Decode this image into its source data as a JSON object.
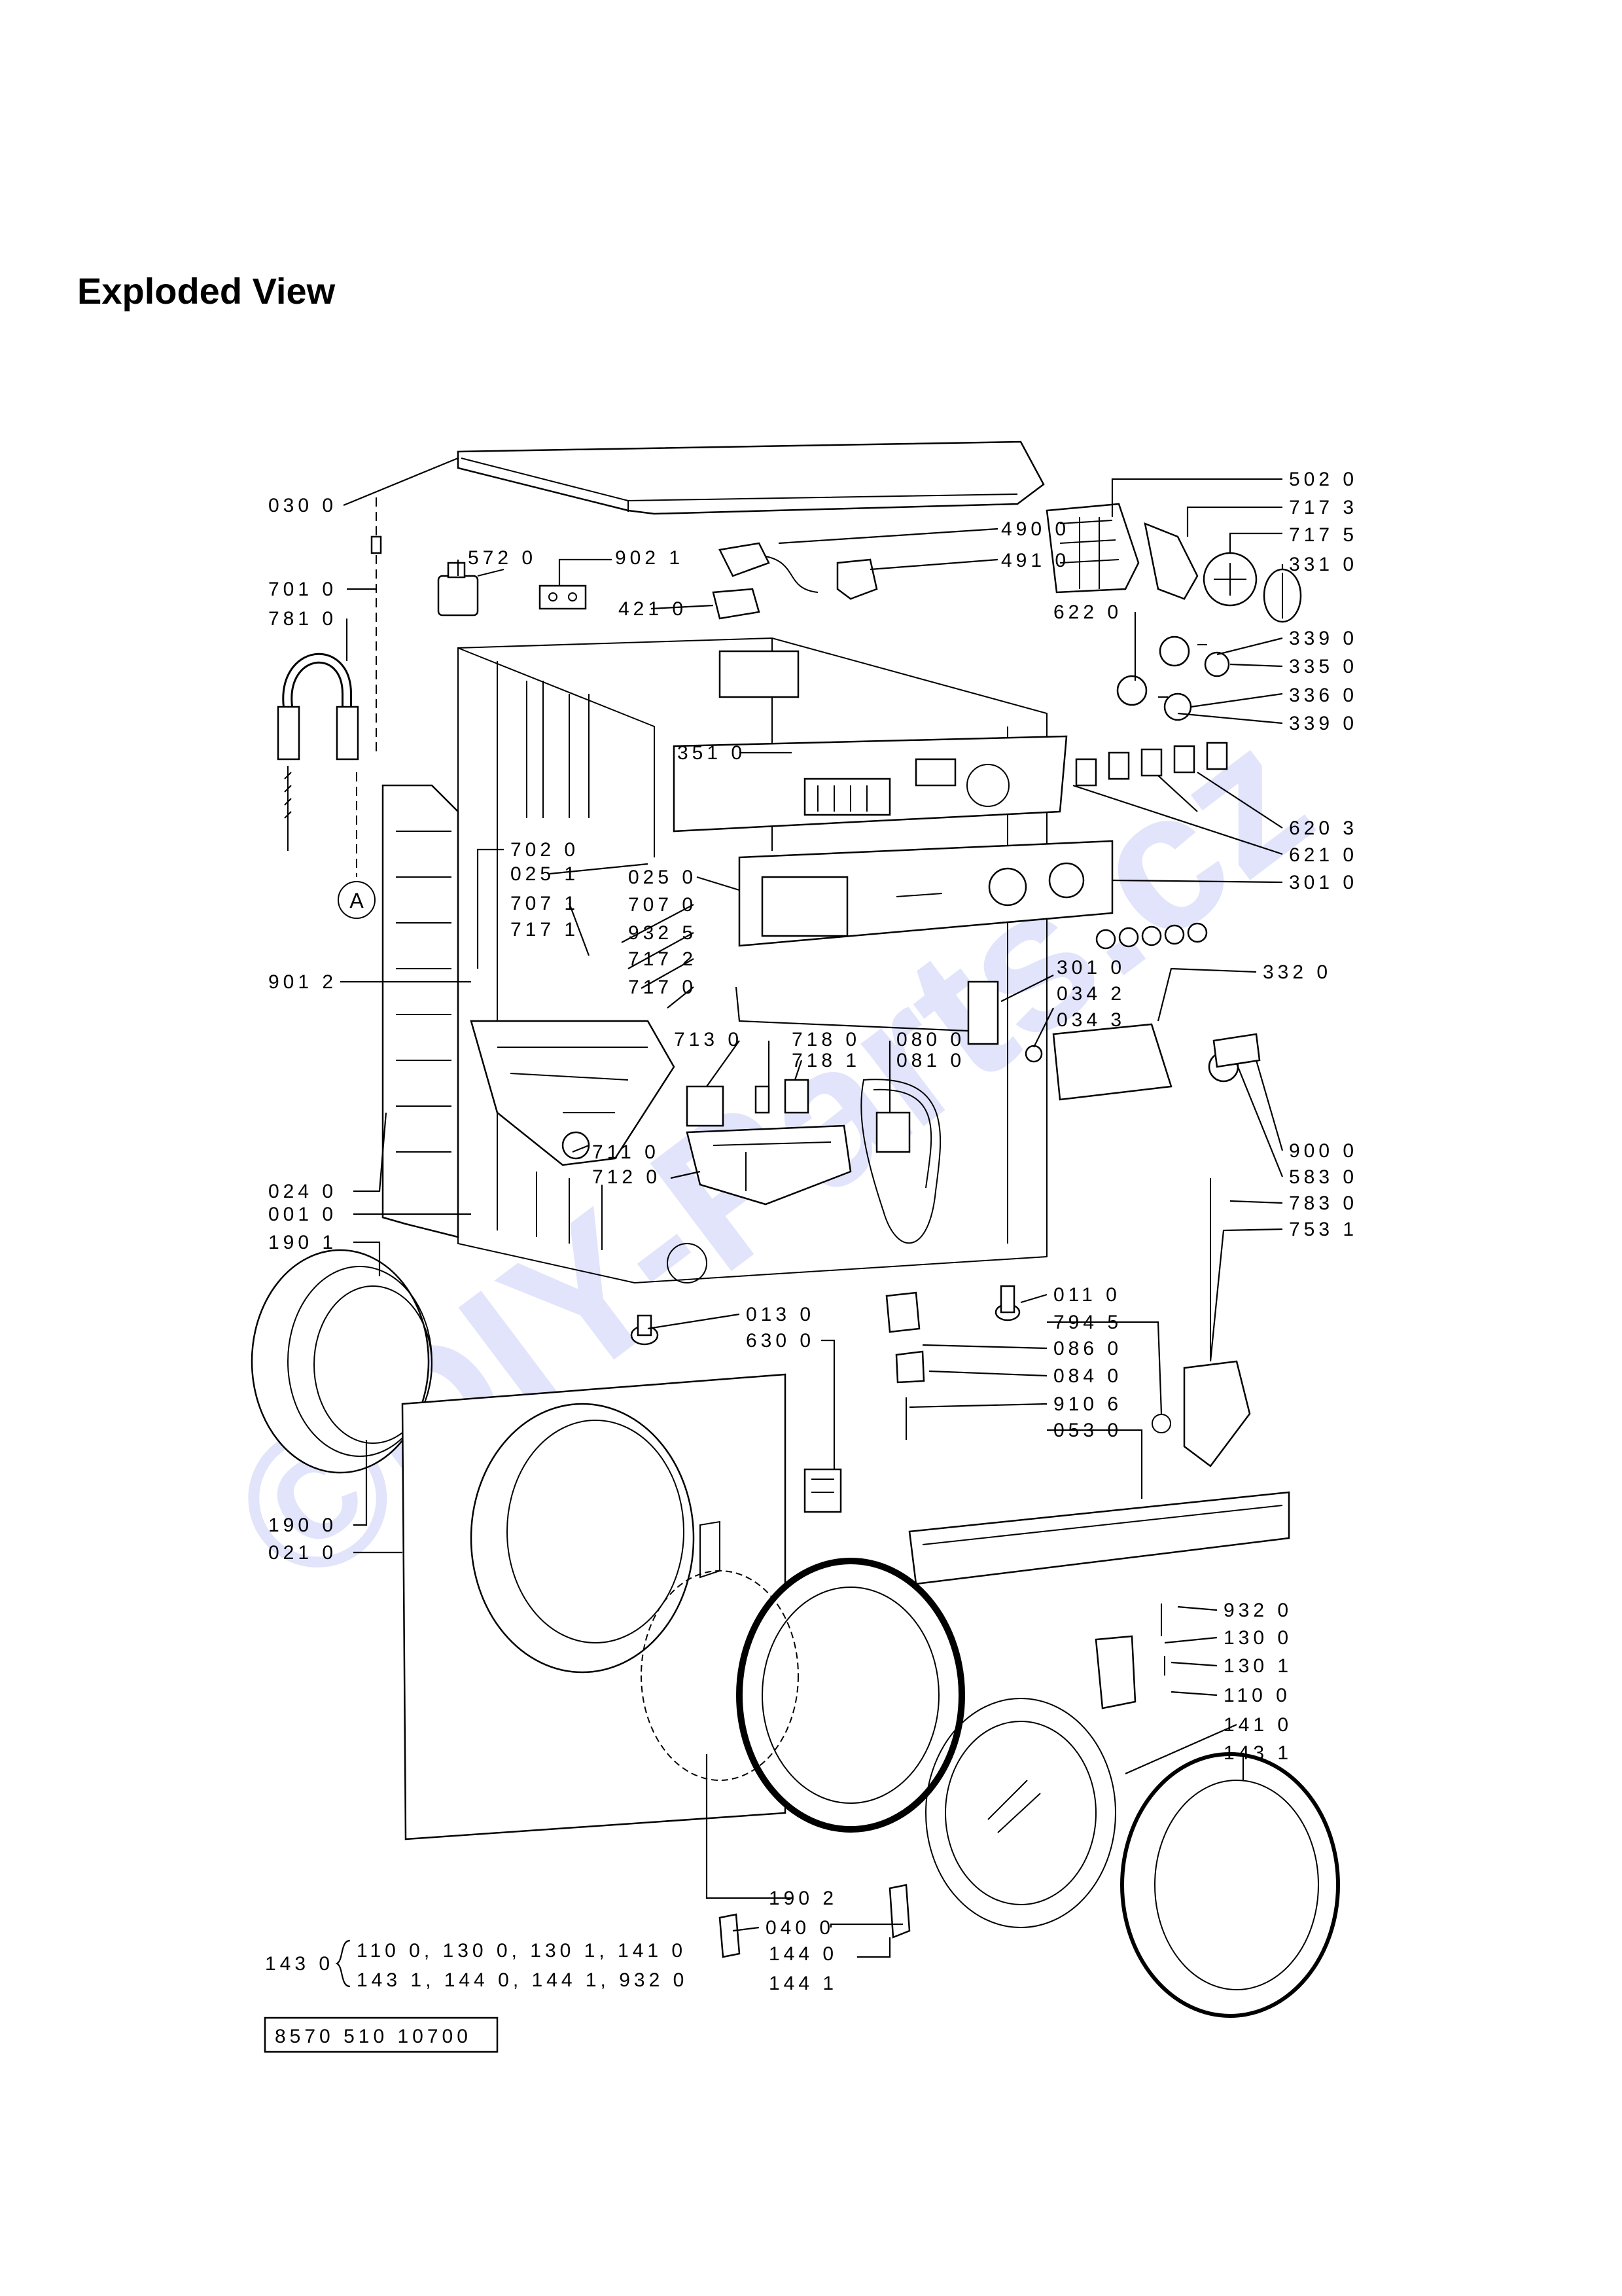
{
  "page": {
    "title": "Exploded View"
  },
  "diagram": {
    "callouts": [
      "030 0",
      "572 0",
      "902 1",
      "490 0",
      "491 0",
      "421 0",
      "701 0",
      "781 0",
      "502 0",
      "717 3",
      "717 5",
      "331 0",
      "622 0",
      "339 0",
      "335 0",
      "336 0",
      "339 0",
      "351 0",
      "620 3",
      "621 0",
      "301 0",
      "702 0",
      "025 1",
      "025 0",
      "707 1",
      "707 0",
      "717 1",
      "932 5",
      "717 2",
      "717 0",
      "301 0",
      "034 2",
      "034 3",
      "332 0",
      "901 2",
      "713 0",
      "718 0",
      "718 1",
      "080 0",
      "081 0",
      "024 0",
      "001 0",
      "711 0",
      "712 0",
      "190 1",
      "900 0",
      "583 0",
      "783 0",
      "753 1",
      "011 0",
      "013 0",
      "630 0",
      "794 5",
      "086 0",
      "084 0",
      "910 6",
      "053 0",
      "190 0",
      "021 0",
      "932 0",
      "130 0",
      "130 1",
      "110 0",
      "141 0",
      "143 1",
      "190 2",
      "040 0",
      "144 0",
      "144 1"
    ],
    "circle_marker": "A",
    "kit": {
      "code": "143 0",
      "line1": "110 0, 130 0, 130 1, 141 0",
      "line2": "143 1, 144 0, 144 1, 932 0"
    },
    "document_number": "8570 510 10700",
    "watermark": "©DIY-Parts.cz"
  }
}
